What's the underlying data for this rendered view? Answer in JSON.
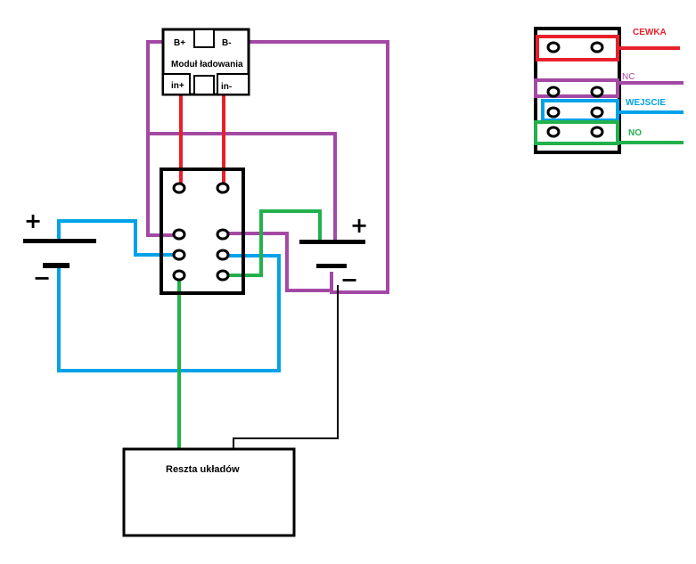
{
  "module": {
    "title": "Moduł ładowania",
    "b_plus": "B+",
    "b_minus": "B-",
    "in_plus": "in+",
    "in_minus": "in-"
  },
  "battery_left": {
    "plus": "+",
    "minus": "−"
  },
  "battery_right": {
    "plus": "+",
    "minus": "−"
  },
  "rest_box": {
    "label": "Reszta układów"
  },
  "legend": {
    "cewka": "CEWKA",
    "nc": "NC",
    "wejscie": "WEJSCIE",
    "no": "NO"
  },
  "colors": {
    "red": "#e8202a",
    "purple": "#a349a4",
    "blue": "#00a2e8",
    "green": "#22b14c",
    "black": "#000000"
  }
}
